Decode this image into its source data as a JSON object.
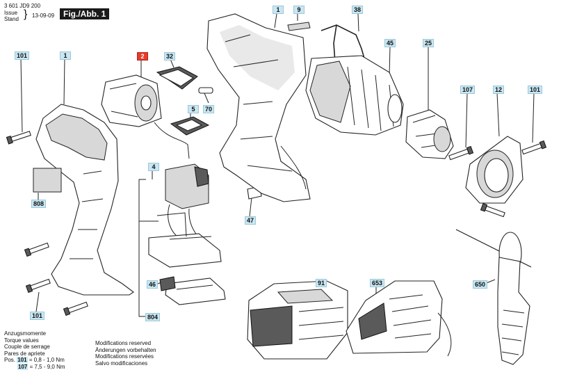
{
  "header": {
    "part_number": "3 601 JD9 200",
    "issue_label": "Issue",
    "stand_label": "Stand",
    "date": "13-09-09",
    "figure": "Fig./Abb. 1"
  },
  "callouts": {
    "c1a": "1",
    "c1b": "1",
    "c2": "2",
    "c4": "4",
    "c5": "5",
    "c9": "9",
    "c12": "12",
    "c25": "25",
    "c32": "32",
    "c38": "38",
    "c45": "45",
    "c46": "46",
    "c47": "47",
    "c70": "70",
    "c91": "91",
    "c101a": "101",
    "c101b": "101",
    "c101c": "101",
    "c107": "107",
    "c650": "650",
    "c653": "653",
    "c804": "804",
    "c808": "808"
  },
  "highlight_color": "#c9e7f3",
  "accent_color": "#e83a2a",
  "legend": {
    "torque_lines": [
      "Anzugsmomente",
      "Torque values",
      "Couple de serrage",
      "Pares de apriete"
    ],
    "pos_label": "Pos.",
    "t1_pos": "101",
    "t1_val": "= 0,8 - 1,0 Nm",
    "t2_pos": "107",
    "t2_val": "= 7,5 - 9,0 Nm",
    "mods": [
      "Modifications reserved",
      "Änderungen vorbehalten",
      "Modifications reservées",
      "Salvo modificaciones"
    ]
  }
}
